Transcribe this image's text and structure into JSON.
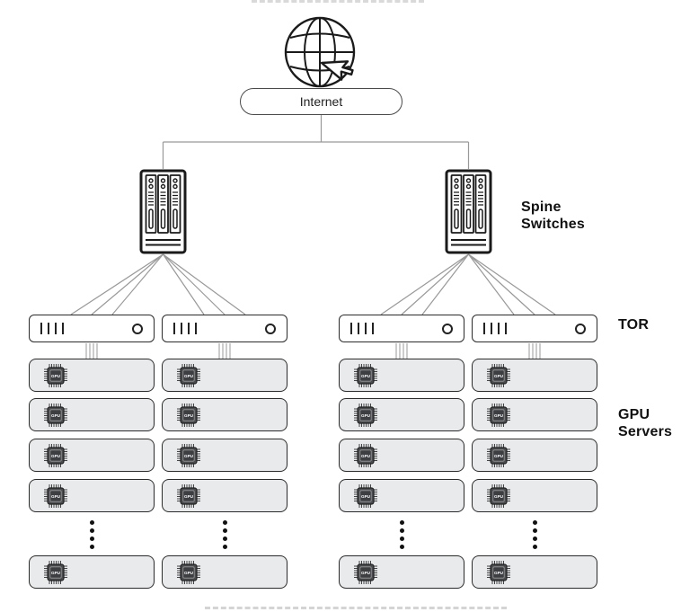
{
  "internet": {
    "label": "Internet"
  },
  "labels": {
    "spine_switches": "Spine Switches",
    "tor": "TOR",
    "gpu_servers": "GPU Servers"
  },
  "chip": {
    "label": "GPU"
  },
  "icons": {
    "globe": "internet-globe-with-cursor",
    "spine_switch": "rack-of-three-blade-switches",
    "tor_switch": "flat-switch-with-ports-and-led",
    "gpu_chip": "gpu-processor-chip",
    "ellipsis": "vertical-ellipsis-more-servers"
  },
  "colors": {
    "server_fill": "#e9eaec",
    "box_border": "#2b2b2b",
    "connector_line": "#999999",
    "label_text": "#111111"
  },
  "structure": {
    "groups": 2,
    "tor_switches_per_group": 2,
    "spine_switches": 2,
    "servers_shown_per_column": 5,
    "ellipsis_dots_per_column": 4
  }
}
